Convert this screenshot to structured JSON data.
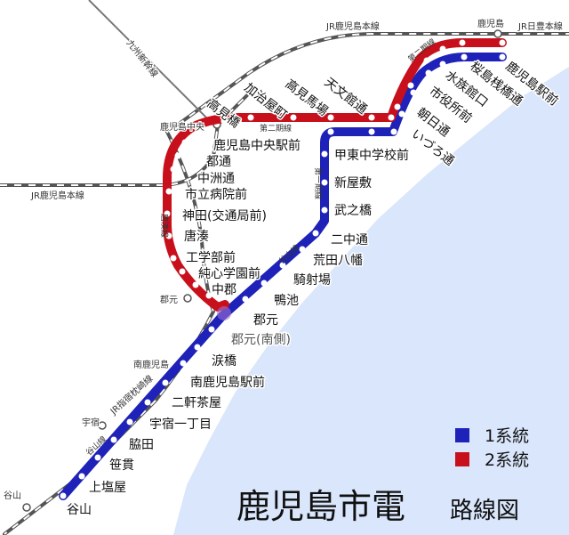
{
  "title": "鹿児島市電",
  "title_sub": "路線図",
  "colors": {
    "line1": "#1e22b8",
    "line2": "#c8101c",
    "sea": "#d9e6fb",
    "jr": "#555555"
  },
  "legend": [
    {
      "label": "1系統",
      "color": "#1e22b8"
    },
    {
      "label": "2系統",
      "color": "#c8101c"
    }
  ],
  "jr": {
    "kagoshima_main_top": "JR鹿児島本線",
    "kagoshima_main_left": "JR鹿児島本線",
    "nippo": "JR日豊本線",
    "shinkansen": "九州新幹線",
    "ibusuki": "JR指宿枕崎線"
  },
  "jr_stations": {
    "kagoshima": "鹿児島",
    "kagoshima_chuo": "鹿児島中央",
    "korimoto": "郡元",
    "minami_kagoshima": "南鹿児島",
    "usuki": "宇宿",
    "taniyama": "谷山"
  },
  "section_labels": {
    "daini_top": "第二期線",
    "daini_mid": "第二期線",
    "daiichi_vertical": "第一期線",
    "toko": "唐湊線",
    "taniyama_line_1": "谷山線",
    "taniyama_line_2": "谷山線"
  },
  "stops_line2": [
    "高見橋",
    "加治屋町",
    "高見馬場",
    "天文館通",
    "鹿児島中央駅前",
    "都通",
    "中洲通",
    "市立病院前",
    "神田(交通局前)",
    "唐湊",
    "工学部前",
    "純心学園前",
    "中郡"
  ],
  "stops_shared": [
    "鹿児島駅前",
    "桜島桟橋通",
    "水族館口",
    "市役所前",
    "朝日通",
    "いづろ通"
  ],
  "stops_line1": [
    "甲東中学校前",
    "新屋敷",
    "武之橋",
    "二中通",
    "荒田八幡",
    "騎射場",
    "鴨池",
    "郡元",
    "郡元(南側)",
    "涙橋",
    "南鹿児島駅前",
    "二軒茶屋",
    "宇宿一丁目",
    "脇田",
    "笹貫",
    "上塩屋",
    "谷山"
  ]
}
